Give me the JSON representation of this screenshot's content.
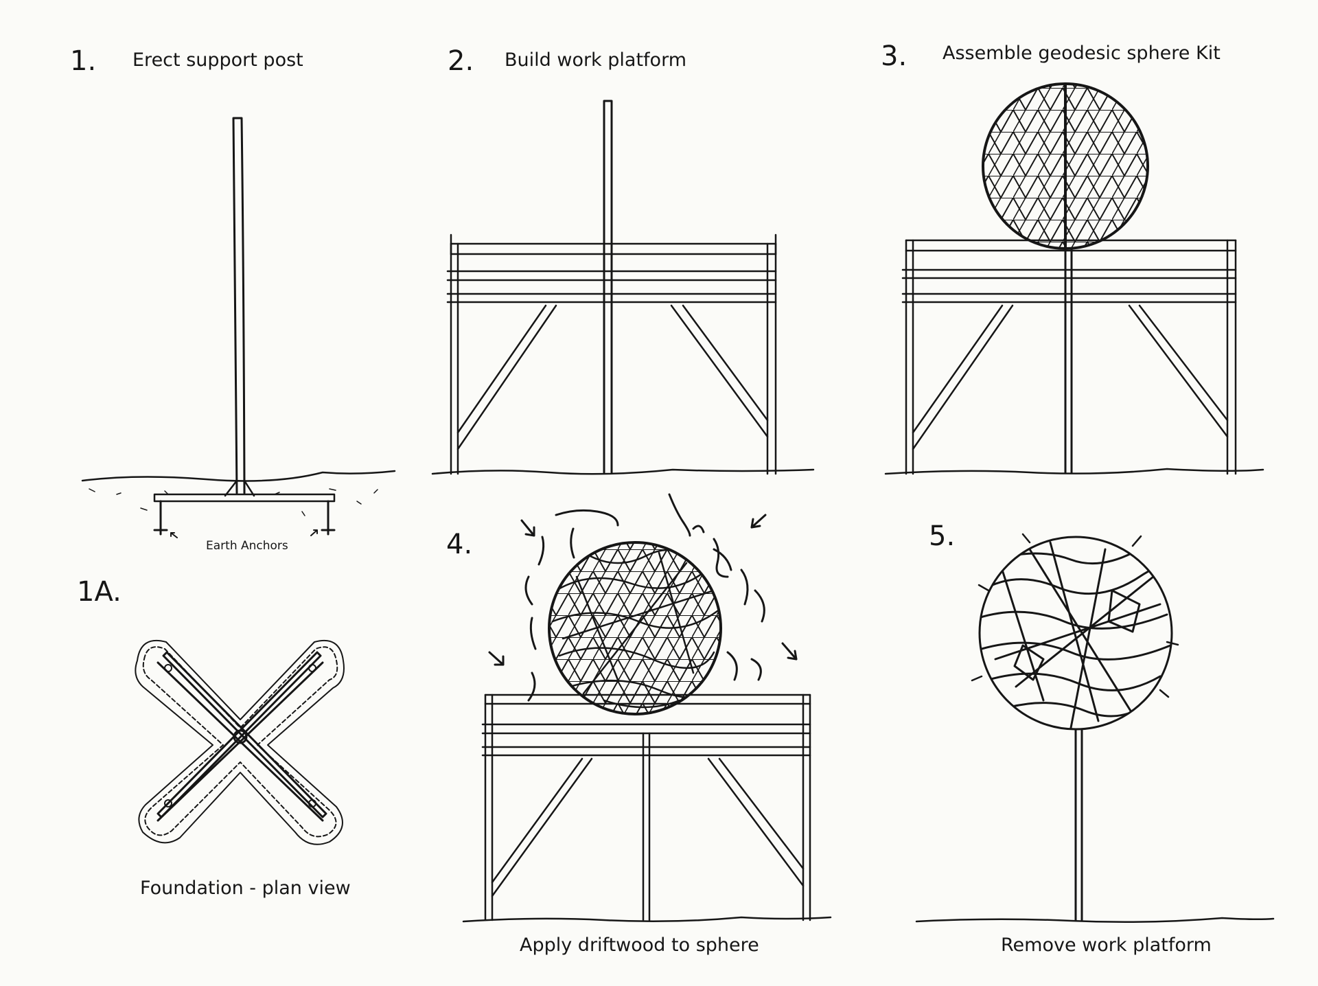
{
  "steps": [
    {
      "number": "1.",
      "caption": "Erect support post"
    },
    {
      "number": "2.",
      "caption": "Build work platform"
    },
    {
      "number": "3.",
      "caption": "Assemble geodesic sphere Kit"
    },
    {
      "number": "1A.",
      "caption": "Foundation - plan view"
    },
    {
      "number": "4.",
      "caption": "Apply driftwood to sphere"
    },
    {
      "number": "5.",
      "caption": "Remove work platform"
    }
  ],
  "labels": {
    "earth_anchors": "Earth Anchors"
  },
  "colors": {
    "ink": "#161616",
    "paper": "#fbfbf8"
  }
}
